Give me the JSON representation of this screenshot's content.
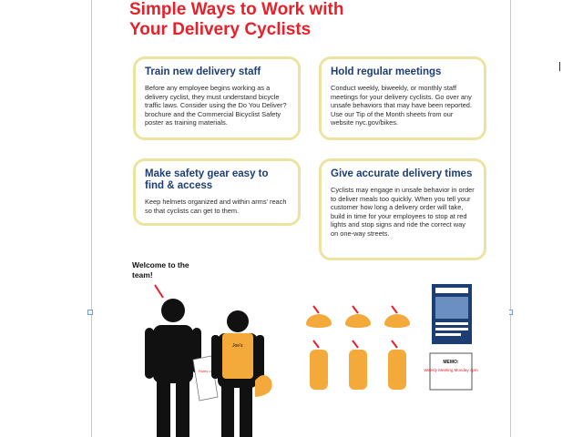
{
  "document": {
    "title_line1": "Simple Ways to Work with",
    "title_line2": "Your Delivery Cyclists",
    "cards": [
      {
        "heading": "Train new delivery staff",
        "body": "Before any employee begins working as a delivery cyclist, they must understand bicycle traffic laws. Consider using the Do You Deliver? brochure and the Commercial Bicyclist Safety poster as training materials."
      },
      {
        "heading": "Hold regular meetings",
        "body": "Conduct weekly, biweekly, or monthly staff meetings for your delivery cyclists. Go over any unsafe behaviors that may have been reported. Use our Tip of the Month sheets from our website nyc.gov/bikes."
      },
      {
        "heading": "Make safety gear easy to find & access",
        "body": "Keep helmets organized and within arms' reach so that cyclists can get to them."
      },
      {
        "heading": "Give accurate delivery times",
        "body": "Cyclists may engage in unsafe behavior in order to deliver meals too quickly. When you tell your customer how long a delivery order will take, build in time for your employees to stop at red lights and stop signs and ride the correct way on one-way streets."
      }
    ],
    "illustration": {
      "speech": "Welcome to the team!",
      "vest_label": "Joe's",
      "paper_label": "Rules of the Road",
      "memo_title": "MEMO:",
      "memo_text": "Weekly Meeting Monday 4pm"
    }
  },
  "colors": {
    "title_red": "#e8202a",
    "heading_blue": "#1c3e73",
    "card_border": "#ede3a0",
    "vest_orange": "#f4a93b"
  }
}
